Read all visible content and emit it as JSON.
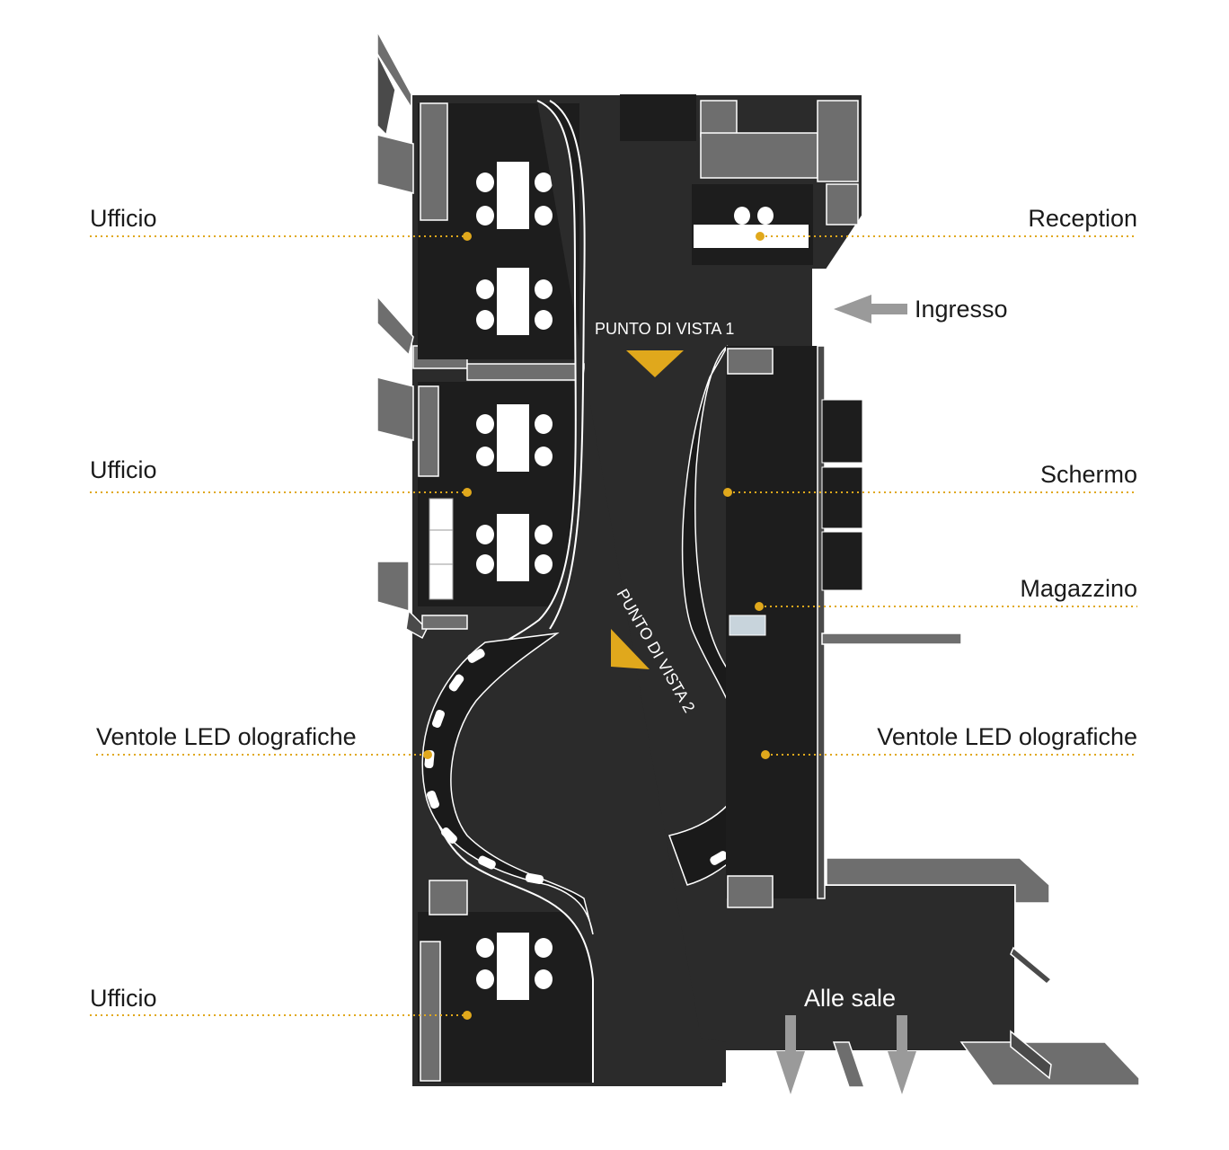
{
  "labels": {
    "ufficio_1": "Ufficio",
    "ufficio_2": "Ufficio",
    "ufficio_3": "Ufficio",
    "ventole_left": "Ventole LED olografiche",
    "ventole_right": "Ventole LED olografiche",
    "reception": "Reception",
    "ingresso": "Ingresso",
    "schermo": "Schermo",
    "magazzino": "Magazzino",
    "alle_sale": "Alle sale",
    "punto_vista_1": "PUNTO DI VISTA 1",
    "punto_vista_2": "PUNTO DI VISTA 2"
  },
  "colors": {
    "accent": "#e0a81c",
    "floor": "#2b2b2b",
    "wall": "#6e6e6e",
    "arrow": "#9a9a9a"
  },
  "icons": {
    "entrance_arrow": "arrow-left-icon",
    "exit_arrows": "arrow-down-icon",
    "viewpoint_markers": "triangle-marker-icon"
  }
}
